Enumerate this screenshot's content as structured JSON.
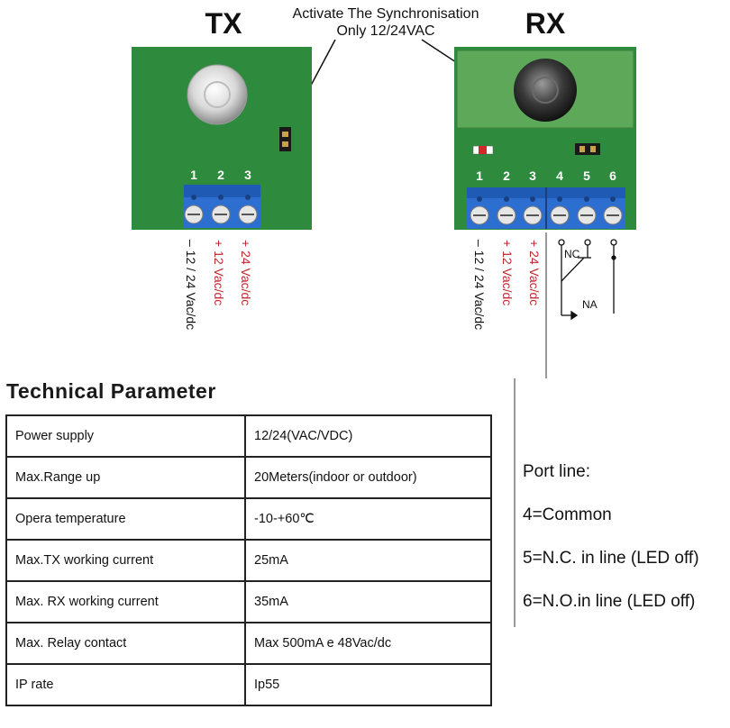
{
  "tx": {
    "title": "TX",
    "terminal_numbers": [
      "1",
      "2",
      "3"
    ],
    "labels": [
      "– 12 / 24 Vac/dc",
      "+ 12 Vac/dc",
      "+ 24 Vac/dc"
    ]
  },
  "rx": {
    "title": "RX",
    "terminal_numbers": [
      "1",
      "2",
      "3",
      "4",
      "5",
      "6"
    ],
    "labels": [
      "– 12 / 24 Vac/dc",
      "+ 12 Vac/dc",
      "+ 24 Vac/dc"
    ],
    "relay_nc": "NC",
    "relay_na": "NA"
  },
  "sync_note": {
    "line1": "Activate The Synchronisation",
    "line2": "Only 12/24VAC"
  },
  "colors": {
    "board": "#2e8b3e",
    "terminal": "#2c6fd1",
    "red_label": "#c0282c"
  },
  "section_title": "Technical Parameter",
  "parameters": [
    {
      "name": "Power supply",
      "value": "12/24(VAC/VDC)"
    },
    {
      "name": "Max.Range up",
      "value": "20Meters(indoor or outdoor)"
    },
    {
      "name": "Opera temperature",
      "value": "-10-+60℃"
    },
    {
      "name": "Max.TX working current",
      "value": "25mA"
    },
    {
      "name": "Max. RX working current",
      "value": "35mA"
    },
    {
      "name": "Max. Relay contact",
      "value": "Max 500mA e 48Vac/dc"
    },
    {
      "name": "IP rate",
      "value": "Ip55"
    }
  ],
  "port_line": {
    "title": "Port line:",
    "items": [
      "4=Common",
      "5=N.C. in line (LED off)",
      "6=N.O.in line (LED off)"
    ]
  }
}
